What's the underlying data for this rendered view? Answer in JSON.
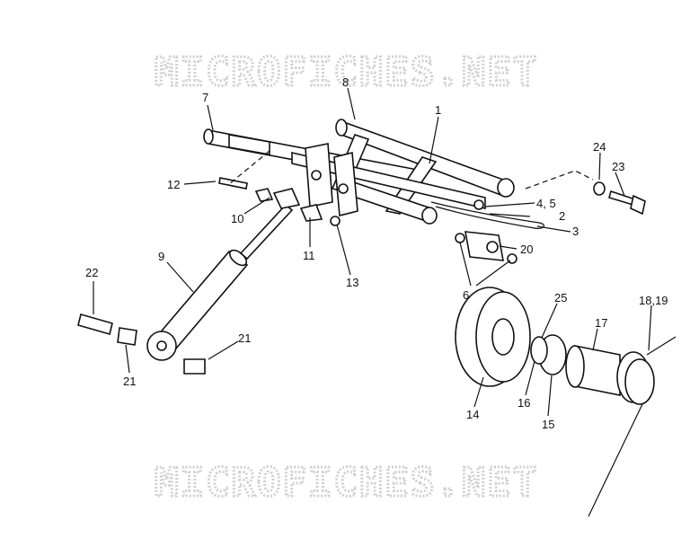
{
  "watermark": {
    "top_text": "MICROFICHES.NET",
    "bottom_text": "MICROFICHES.NET",
    "color": "#cfcfcf"
  },
  "callouts": [
    {
      "id": "c1",
      "text": "1"
    },
    {
      "id": "c2",
      "text": "2"
    },
    {
      "id": "c3",
      "text": "3"
    },
    {
      "id": "c45",
      "text": "4, 5"
    },
    {
      "id": "c6",
      "text": "6"
    },
    {
      "id": "c7",
      "text": "7"
    },
    {
      "id": "c8",
      "text": "8"
    },
    {
      "id": "c9",
      "text": "9"
    },
    {
      "id": "c10",
      "text": "10"
    },
    {
      "id": "c11",
      "text": "11"
    },
    {
      "id": "c12",
      "text": "12"
    },
    {
      "id": "c13",
      "text": "13"
    },
    {
      "id": "c14",
      "text": "14"
    },
    {
      "id": "c15",
      "text": "15"
    },
    {
      "id": "c16",
      "text": "16"
    },
    {
      "id": "c17",
      "text": "17"
    },
    {
      "id": "c1819",
      "text": "18,19"
    },
    {
      "id": "c20",
      "text": "20"
    },
    {
      "id": "c21a",
      "text": "21"
    },
    {
      "id": "c21b",
      "text": "21"
    },
    {
      "id": "c22",
      "text": "22"
    },
    {
      "id": "c23",
      "text": "23"
    },
    {
      "id": "c24",
      "text": "24"
    },
    {
      "id": "c25",
      "text": "25"
    }
  ]
}
